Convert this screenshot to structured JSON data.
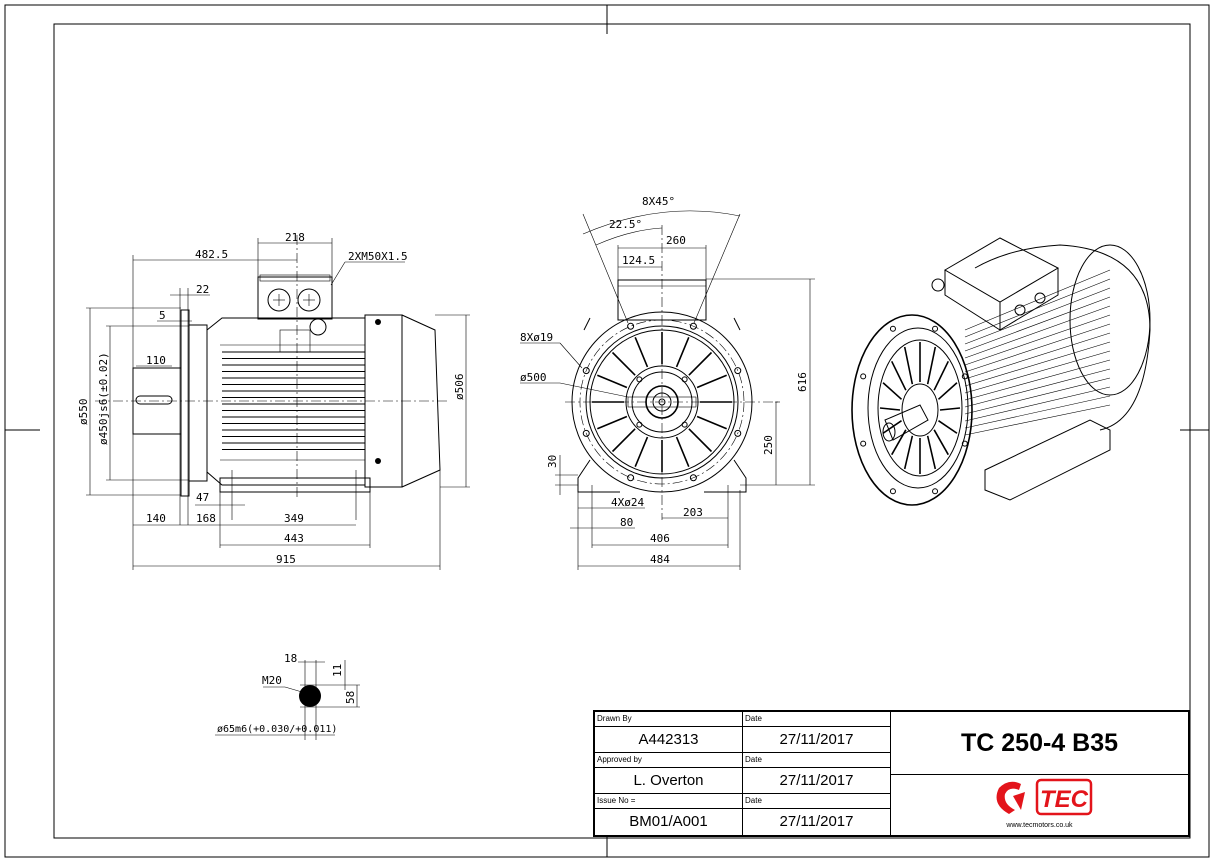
{
  "title_block": {
    "drawn_by_label": "Drawn By",
    "drawn_by": "A442313",
    "approved_by_label": "Approved by",
    "approved_by": "L. Overton",
    "issue_label": "Issue No =",
    "issue_no": "BM01/A001",
    "date_label": "Date",
    "date_1": "27/11/2017",
    "date_2": "27/11/2017",
    "date_3": "27/11/2017",
    "model": "TC 250-4 B35",
    "logo_text": "TEC",
    "website": "www.tecmotors.co.uk",
    "brand_color": "#e3141b"
  },
  "side_view": {
    "d_218": "218",
    "d_482_5": "482.5",
    "d_cable": "2XM50X1.5",
    "d_22": "22",
    "d_5": "5",
    "d_110": "110",
    "d_550": "ø550",
    "d_450": "ø450js6(±0.02)",
    "d_506": "ø506",
    "d_47": "47",
    "d_140": "140",
    "d_168": "168",
    "d_349": "349",
    "d_443": "443",
    "d_915": "915"
  },
  "front_view": {
    "d_8x45": "8X45°",
    "d_22_5": "22.5°",
    "d_260": "260",
    "d_124_5": "124.5",
    "d_8x19": "8Xø19",
    "d_500": "ø500",
    "d_616": "616",
    "d_250": "250",
    "d_30": "30",
    "d_4x24": "4Xø24",
    "d_80": "80",
    "d_203": "203",
    "d_406": "406",
    "d_484": "484"
  },
  "shaft_detail": {
    "d_18": "18",
    "d_11": "11",
    "d_m20": "M20",
    "d_58": "58",
    "d_65": "ø65m6(+0.030/+0.011)"
  }
}
